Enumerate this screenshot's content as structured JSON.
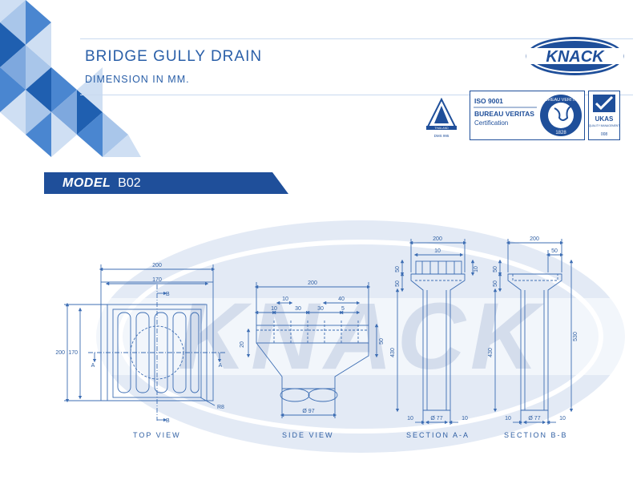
{
  "header": {
    "title": "BRIDGE GULLY DRAIN",
    "subtitle": "DIMENSION IN MM."
  },
  "model": {
    "label": "MODEL",
    "code": "B02"
  },
  "brand": {
    "logo_text": "KNACK",
    "watermark_text": "KNACK",
    "color": "#1f4f9a"
  },
  "certifications": {
    "thai_mark": "THAILAND",
    "thai_code": "DMS 995",
    "iso": "ISO 9001",
    "bv_name": "BUREAU VERITAS",
    "bv_cert": "Certification",
    "seal_text": "BUREAU VERITAS",
    "seal_year": "1828",
    "ukas": "UKAS",
    "ukas_sub": "QUALITY MANAGEMENT",
    "ukas_num": "008"
  },
  "views": {
    "top": "TOP VIEW",
    "side": "SIDE VIEW",
    "section_a": "SECTION A-A",
    "section_b": "SECTION B-B"
  },
  "dimensions": {
    "top": {
      "w_outer": "200",
      "w_inner": "170",
      "h_outer": "200",
      "h_inner": "170",
      "radius": "R8",
      "section_b": "B",
      "section_a": "A"
    },
    "side": {
      "width": "200",
      "d1": "10",
      "d2": "30",
      "d3": "30",
      "d4": "10",
      "d5": "40",
      "d6": "5",
      "h_left": "20",
      "h_right": "50",
      "outlet": "Ø 97"
    },
    "section_a": {
      "width": "200",
      "inner": "10",
      "h1": "50",
      "h2": "50",
      "h_top": "10",
      "h_body": "430",
      "wall_l": "10",
      "pipe": "Ø 77",
      "wall_r": "10"
    },
    "section_b": {
      "width": "200",
      "flange": "50",
      "h1": "50",
      "h2": "50",
      "h_body": "430",
      "h_total": "530",
      "wall_l": "10",
      "pipe": "Ø 77",
      "wall_r": "10"
    }
  },
  "colors": {
    "line": "#3c6db3",
    "watermark": "#e3eaf5",
    "tri_dark": "#1f5fb0",
    "tri_mid": "#4a86d0",
    "tri_light": "#a9c6ea"
  }
}
